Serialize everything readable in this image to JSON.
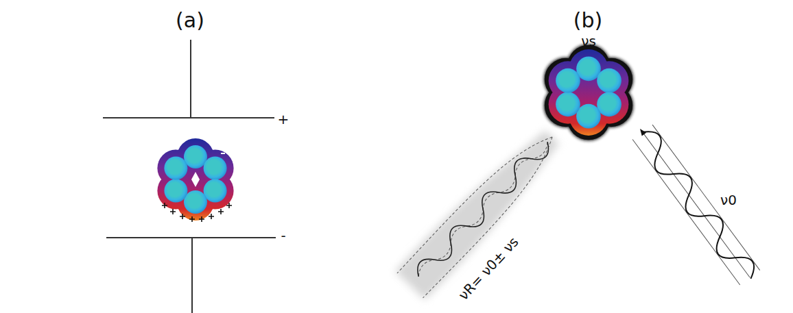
{
  "diagram": {
    "labels": [
      "(a)",
      "(b)",
      "+",
      "-",
      "νs",
      "ν0",
      "νR= ν0± νs"
    ]
  }
}
